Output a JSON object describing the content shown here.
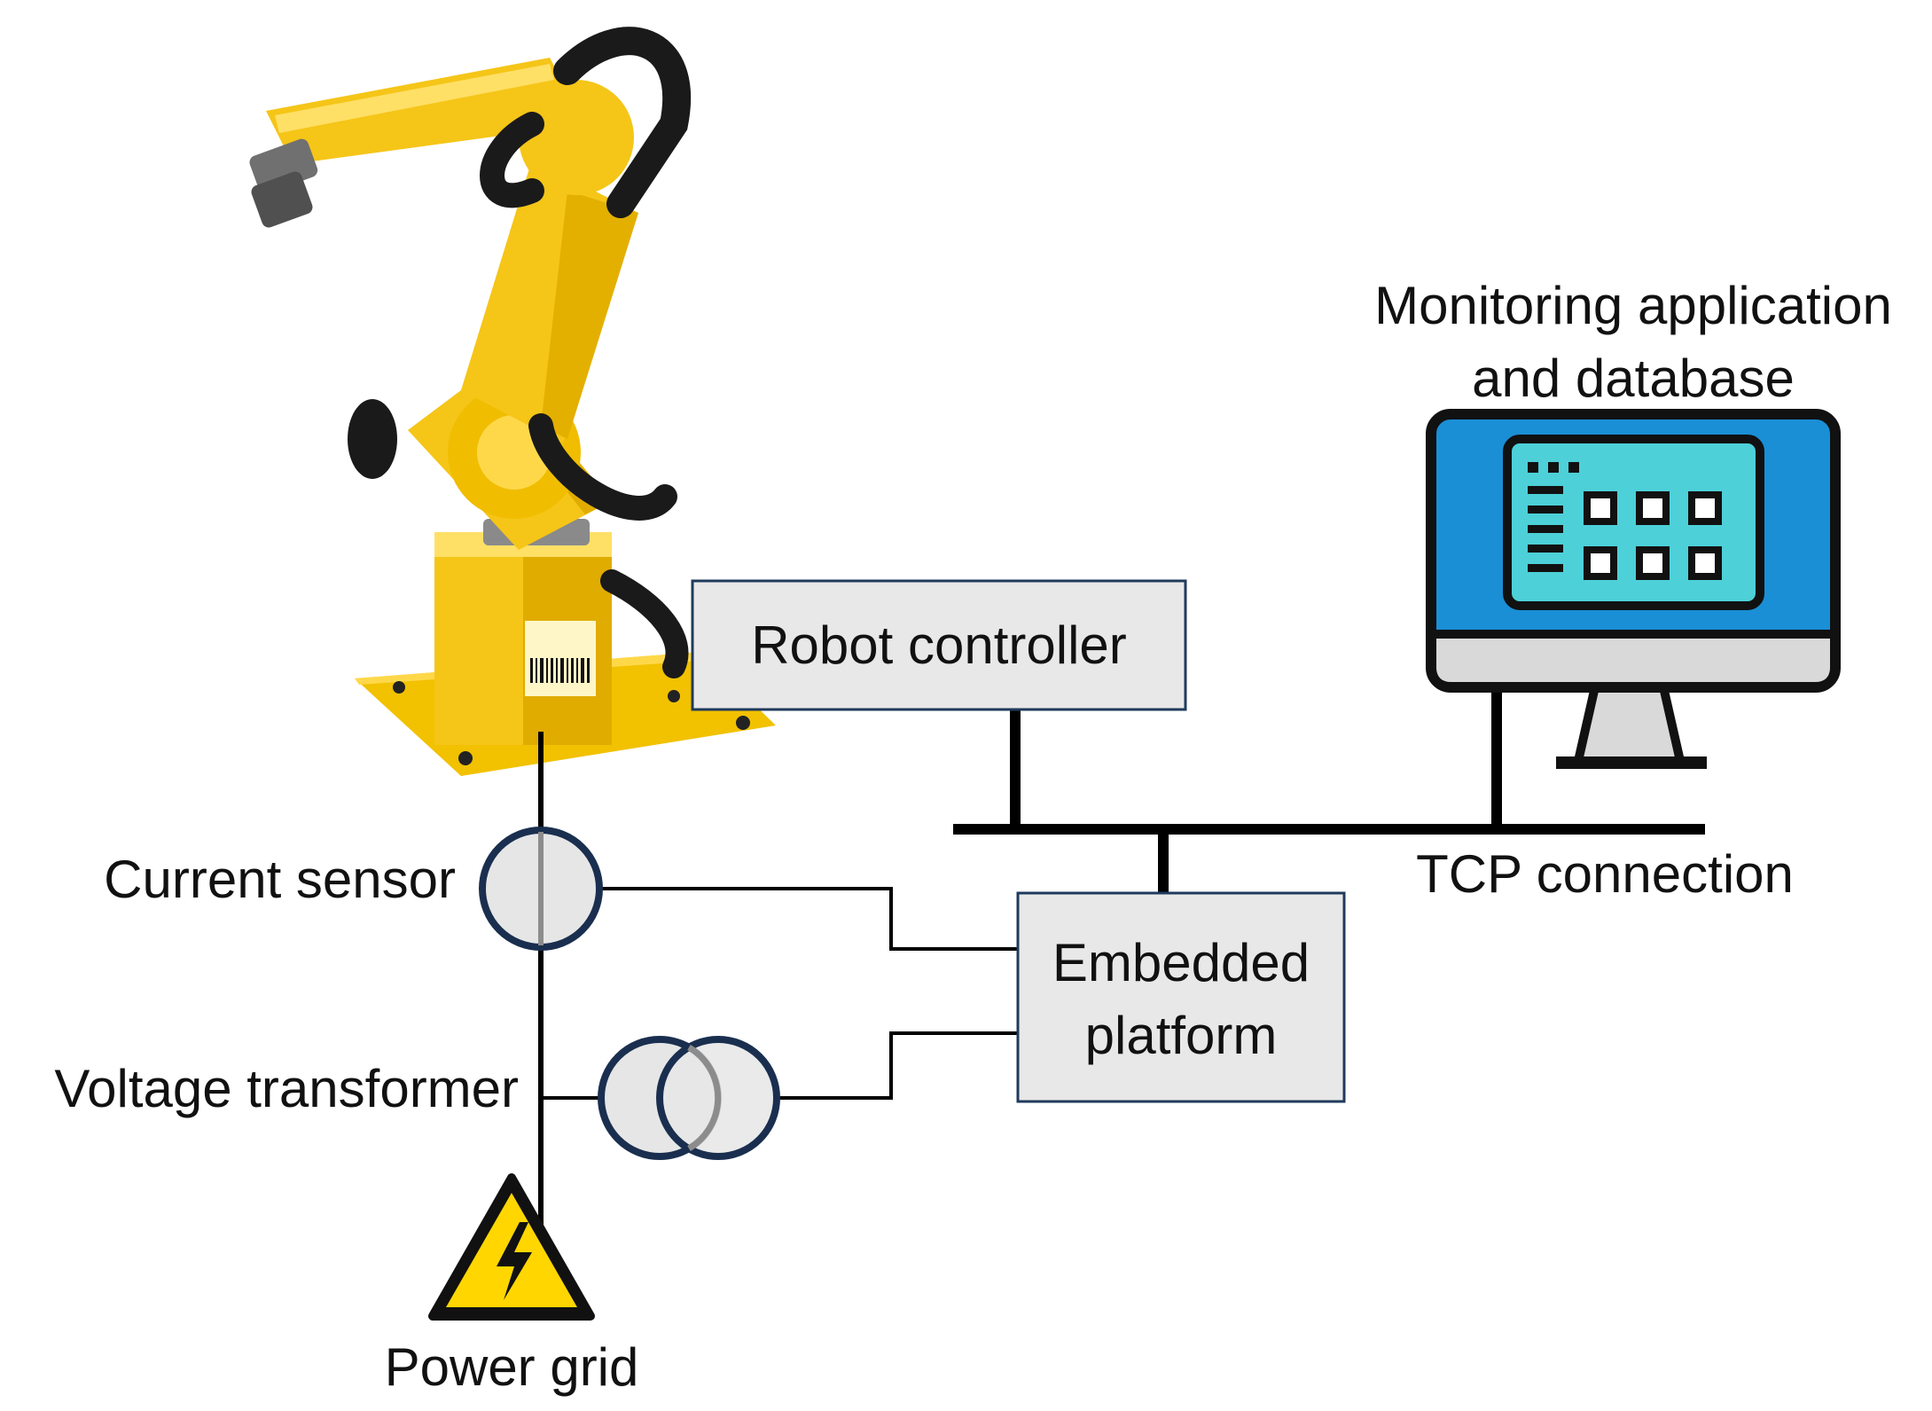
{
  "labels": {
    "monitoring_line1": "Monitoring application",
    "monitoring_line2": "and database",
    "robot_controller": "Robot controller",
    "tcp_connection": "TCP connection",
    "embedded_line1": "Embedded",
    "embedded_line2": "platform",
    "current_sensor": "Current sensor",
    "voltage_transformer": "Voltage transformer",
    "power_grid": "Power grid"
  },
  "icons": {
    "robot": "industrial-robot-arm-icon",
    "monitor": "computer-monitor-dashboard-icon",
    "current_sensor": "current-sensor-icon",
    "voltage_transformer": "voltage-transformer-icon",
    "power_grid": "high-voltage-warning-icon"
  },
  "colors": {
    "robot_yellow": "#f5c518",
    "box_fill": "#e8e8e8",
    "box_border": "#1f3b5c",
    "monitor_blue": "#1a8fd6",
    "screen_teal": "#4dd0d8",
    "warning_yellow": "#ffd600",
    "sensor_ring": "#1a2f4f"
  }
}
